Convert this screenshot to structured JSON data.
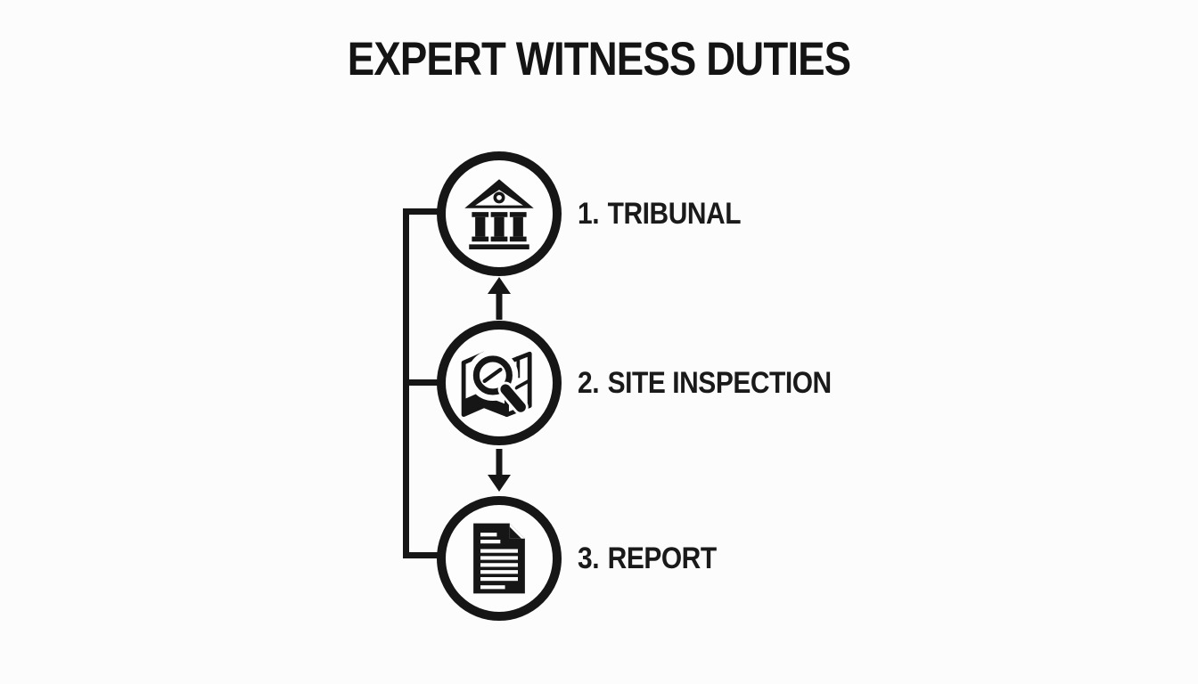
{
  "title": "EXPERT WITNESS DUTIES",
  "steps": [
    {
      "number": "1.",
      "label": "TRIBUNAL",
      "icon": "courthouse-icon"
    },
    {
      "number": "2.",
      "label": "SITE INSPECTION",
      "icon": "map-magnifier-icon"
    },
    {
      "number": "3.",
      "label": "REPORT",
      "icon": "document-icon"
    }
  ],
  "connectors": {
    "arrow_site_to_tribunal": "up",
    "arrow_site_to_report": "down",
    "bracket": "left bracket joining steps 1, 2 and 3"
  },
  "colors": {
    "ink": "#161616",
    "background": "#fcfcfc"
  }
}
